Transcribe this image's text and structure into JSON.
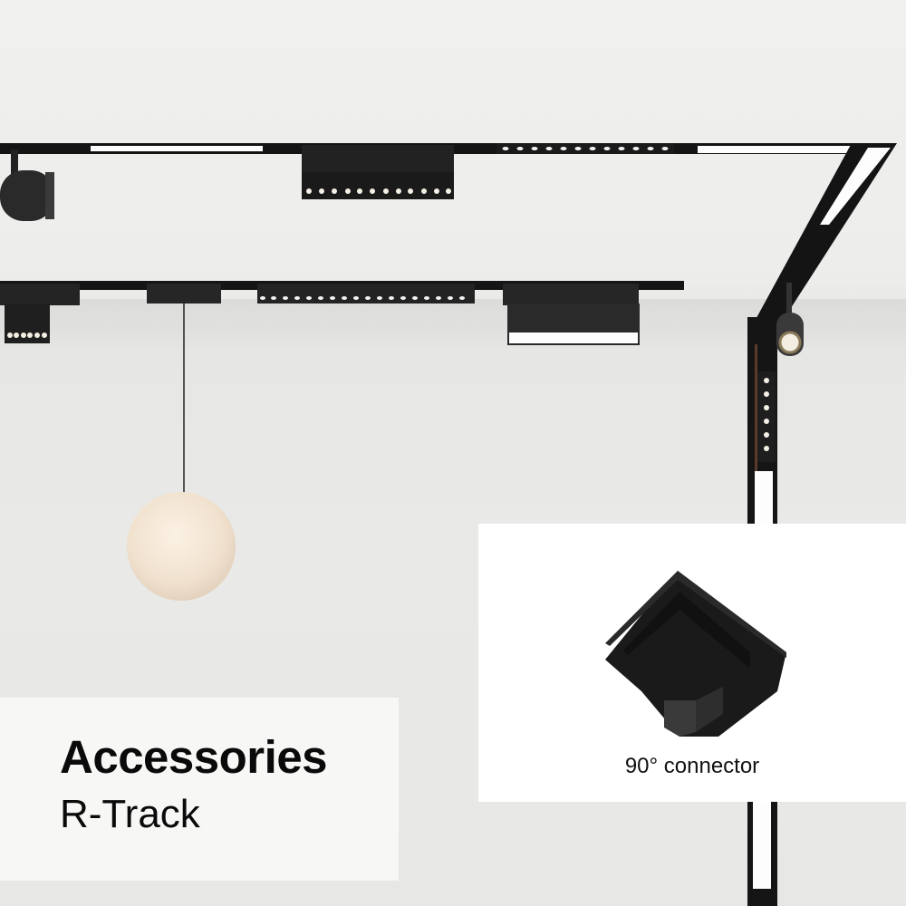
{
  "banner": {
    "title": "Accessories",
    "subtitle": "R-Track"
  },
  "product": {
    "label": "90° connector",
    "icon": "corner-connector-icon"
  },
  "scene": {
    "description": "Ceiling with black magnetic track lighting system, spotlights, linear LED modules, and a moon pendant lamp",
    "colors": {
      "background": "#ededeb",
      "track": "#121212",
      "led": "#ffffff",
      "text": "#0a0a0a",
      "pendant": "#f3e6d6"
    }
  }
}
